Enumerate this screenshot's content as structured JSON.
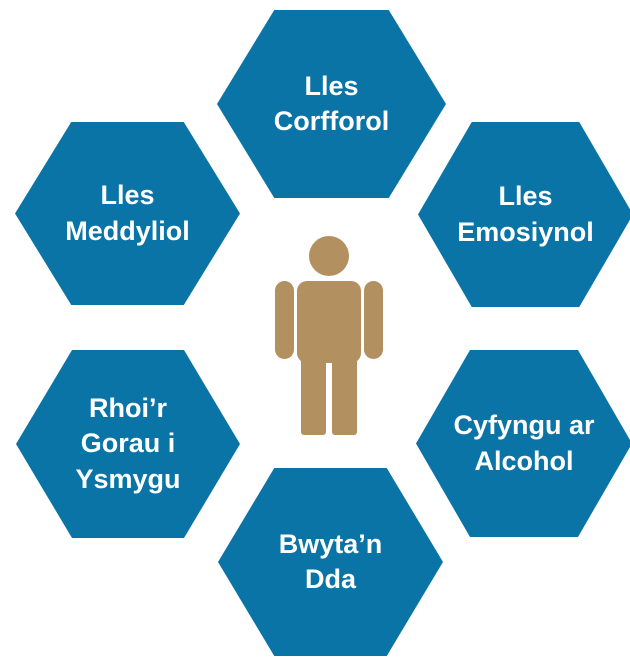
{
  "colors": {
    "hexagon_fill": "#0a74a7",
    "hexagon_text": "#ffffff",
    "person_fill": "#b39060",
    "background": "#ffffff"
  },
  "icon": "person-icon",
  "hexagons": {
    "top": "Lles\nCorfforol",
    "upper_left": "Lles\nMeddyliol",
    "upper_right": "Lles\nEmosiynol",
    "lower_left": "Rhoi’r\nGorau i\nYsmygu",
    "lower_right": "Cyfyngu ar\nAlcohol",
    "bottom": "Bwyta’n\nDda"
  }
}
